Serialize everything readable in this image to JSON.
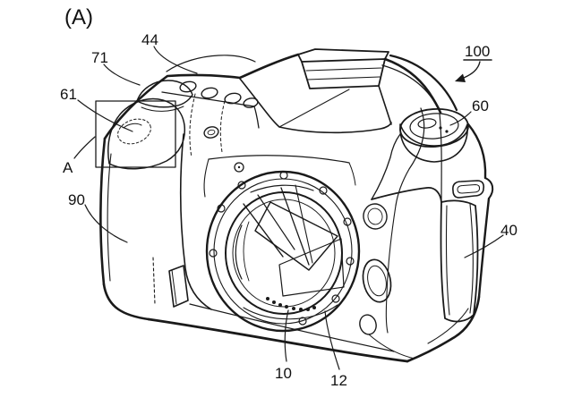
{
  "figure": {
    "view_label": "(A)",
    "labels": {
      "l100": "100",
      "l44": "44",
      "l71": "71",
      "l61": "61",
      "lA": "A",
      "l90": "90",
      "l60": "60",
      "l40": "40",
      "l10": "10",
      "l12": "12"
    }
  },
  "colors": {
    "ink": "#1a1a1a",
    "background": "#ffffff"
  }
}
